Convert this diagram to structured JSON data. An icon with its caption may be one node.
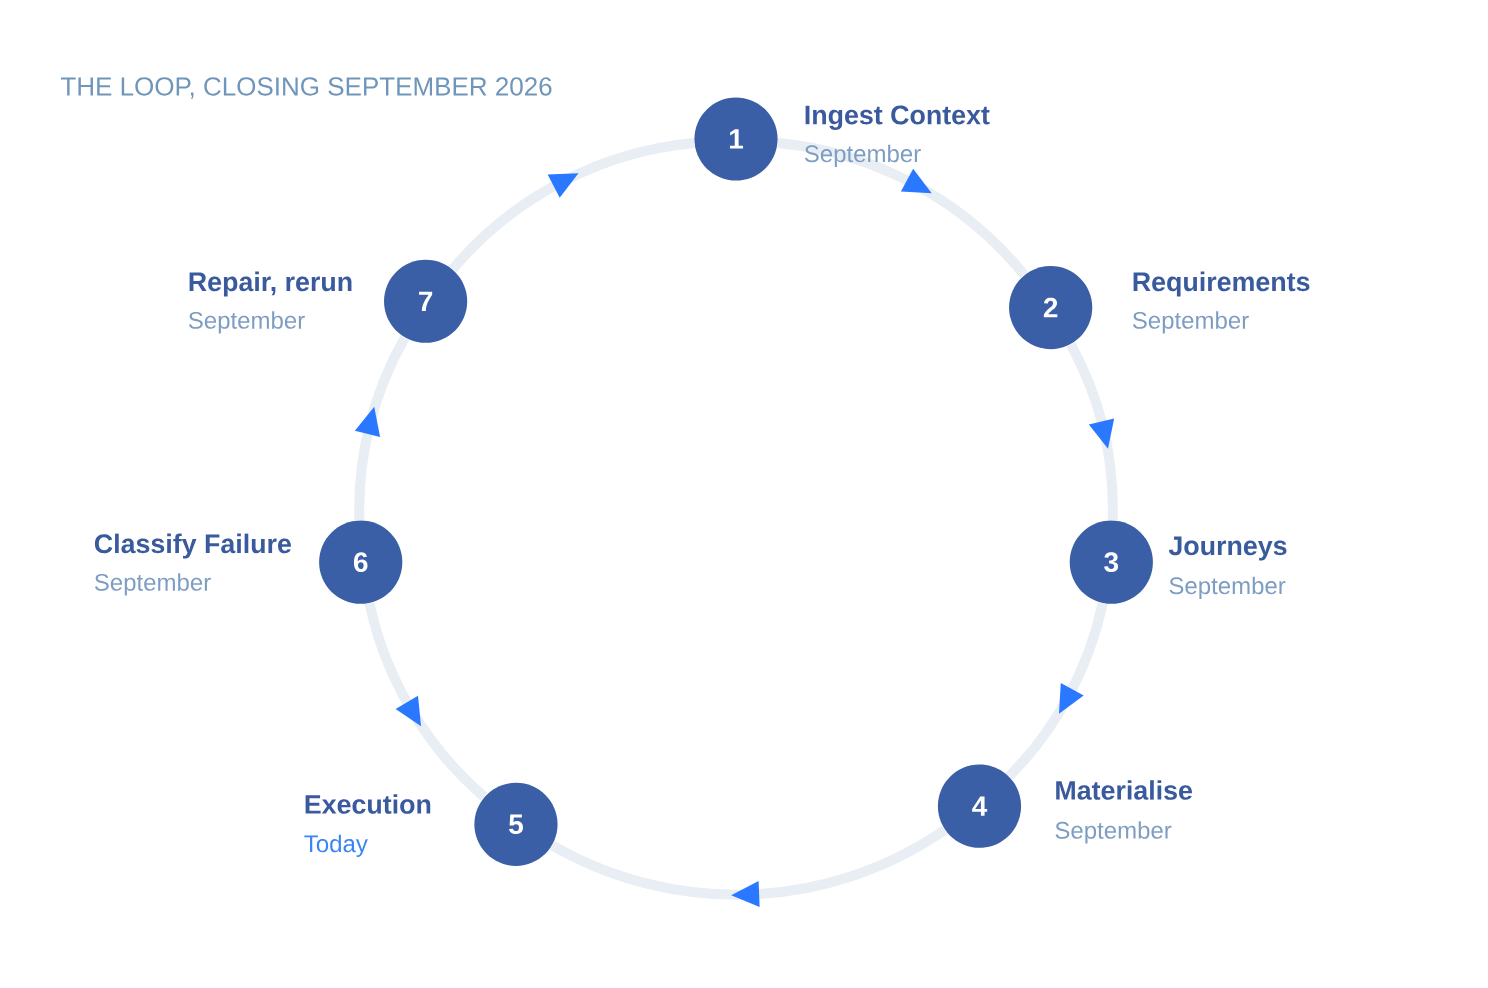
{
  "diagram": {
    "title": "THE LOOP, CLOSING SEPTEMBER 2026",
    "nodes": [
      {
        "text": [
          "1"
        ],
        "beside": [
          "Ingest Context",
          "September"
        ]
      },
      {
        "text": [
          "2"
        ],
        "beside": [
          "Requirements",
          "September"
        ]
      },
      {
        "text": [
          "3"
        ],
        "beside": [
          "Journeys",
          "September"
        ]
      },
      {
        "text": [
          "4"
        ],
        "beside": [
          "Materialise",
          "September"
        ]
      },
      {
        "text": [
          "5"
        ],
        "beside": [
          "Execution",
          "Today"
        ]
      },
      {
        "text": [
          "6"
        ],
        "beside": [
          "Classify Failure",
          "September"
        ]
      },
      {
        "text": [
          "7"
        ],
        "beside": [
          "Repair, rerun",
          "September"
        ]
      }
    ],
    "edges": [
      {
        "from": 0,
        "to": 1,
        "arrow": "to"
      },
      {
        "from": 1,
        "to": 2,
        "arrow": "to"
      },
      {
        "from": 2,
        "to": 3,
        "arrow": "to"
      },
      {
        "from": 3,
        "to": 4,
        "arrow": "to"
      },
      {
        "from": 4,
        "to": 5,
        "arrow": "to"
      },
      {
        "from": 5,
        "to": 6,
        "arrow": "to"
      },
      {
        "from": 6,
        "to": 0,
        "arrow": "to"
      }
    ]
  }
}
